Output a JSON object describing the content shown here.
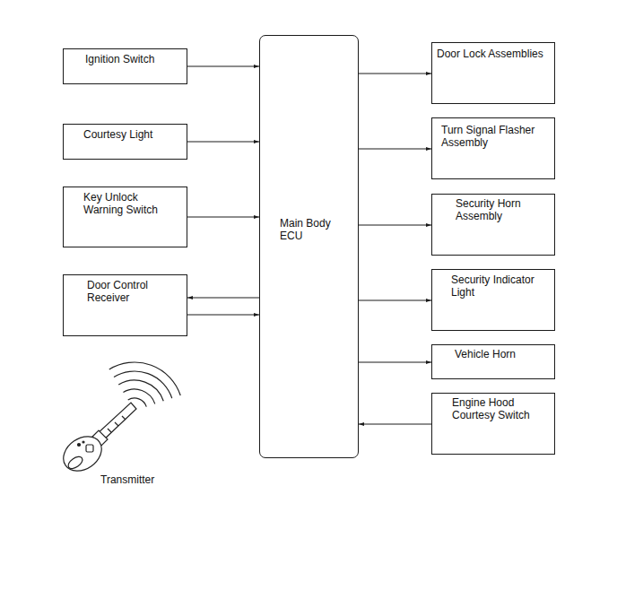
{
  "diagram": {
    "nodes": [
      {
        "text": [
          "Ignition Switch"
        ]
      },
      {
        "text": [
          "Courtesy Light"
        ]
      },
      {
        "text": [
          "Key Unlock Warning Switch"
        ]
      },
      {
        "text": [
          "Door Control Receiver"
        ]
      },
      {
        "text": [
          "Main Body ECU"
        ]
      },
      {
        "text": [
          "Door Lock Assemblies"
        ]
      },
      {
        "text": [
          "Turn Signal Flasher Assembly"
        ]
      },
      {
        "text": [
          "Security Horn Assembly"
        ]
      },
      {
        "text": [
          "Security Indicator Light"
        ]
      },
      {
        "text": [
          "Vehicle Horn"
        ]
      },
      {
        "text": [
          "Engine Hood Courtesy Switch"
        ]
      }
    ],
    "edges": [
      {
        "from": 0,
        "to": 4,
        "arrow": "to"
      },
      {
        "from": 1,
        "to": 4,
        "arrow": "to"
      },
      {
        "from": 2,
        "to": 4,
        "arrow": "to"
      },
      {
        "from": 4,
        "to": 3,
        "arrow": "to"
      },
      {
        "from": 3,
        "to": 4,
        "arrow": "to"
      },
      {
        "from": 4,
        "to": 5,
        "arrow": "to"
      },
      {
        "from": 4,
        "to": 6,
        "arrow": "to"
      },
      {
        "from": 4,
        "to": 7,
        "arrow": "to"
      },
      {
        "from": 4,
        "to": 8,
        "arrow": "to"
      },
      {
        "from": 4,
        "to": 9,
        "arrow": "to"
      },
      {
        "from": 10,
        "to": 4,
        "arrow": "to"
      }
    ],
    "labels": [
      "Transmitter"
    ]
  }
}
